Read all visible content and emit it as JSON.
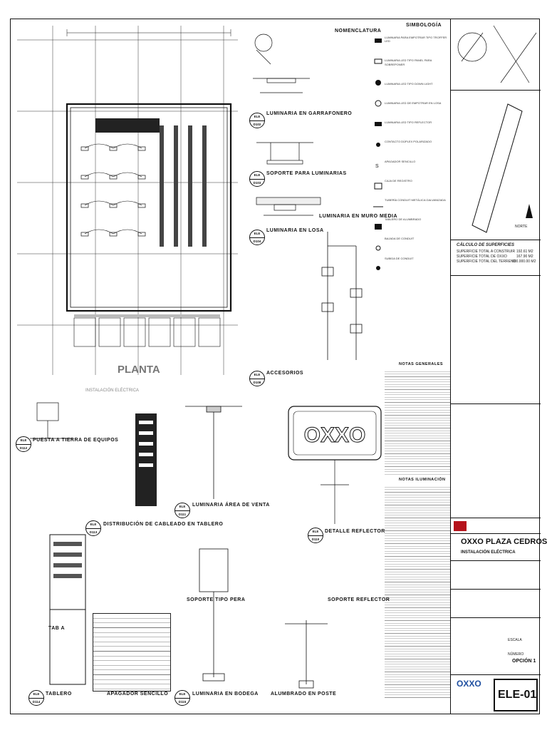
{
  "plan": {
    "title": "PLANTA",
    "subtitle": "INSTALACIÓN ELÉCTRICA"
  },
  "symbology": {
    "title": "SIMBOLOGÍA",
    "nomenclature_title": "NOMENCLATURA",
    "items": [
      "LUMINARIA PARA EMPOTRAR TIPO TROFFER LED",
      "LUMINARIA LED TIPO PANEL PARA SOBREPONER",
      "LUMINARIA LED TIPO DOWN LIGHT",
      "LUMINARIA LED DE EMPOTRAR EN LOSA",
      "LUMINARIA LED TIPO REFLECTOR",
      "CONTACTO DÚPLEX POLARIZADO",
      "APAGADOR SENCILLO",
      "CAJA DE REGISTRO",
      "TUBERÍA CONDUIT METÁLICA GALVANIZADA",
      "TABLERO DE ALUMBRADO",
      "BAJADA DE CONDUIT",
      "SUBIDA DE CONDUIT"
    ]
  },
  "details": {
    "garage": "LUMINARIA EN GARRAFONERO",
    "support": "SOPORTE PARA LUMINARIAS",
    "slab": "LUMINARIA EN LOSA",
    "wall": "LUMINARIA EN MURO MEDIA",
    "access": "ACCESORIOS",
    "grounding": "PUESTA A TIERRA DE EQUIPOS",
    "cabling": "DISTRIBUCIÓN DE CABLEADO EN TABLERO",
    "sales": "LUMINARIA ÁREA DE VENTA",
    "reflector": "DETALLE REFLECTOR",
    "pier": "SOPORTE TIPO PERA",
    "reflector_support": "SOPORTE REFLECTOR",
    "board": "TABLERO",
    "switch": "APAGADOR SENCILLO",
    "warehouse": "LUMINARIA EN BODEGA",
    "post": "ALUMBRADO EN POSTE",
    "table_title": "TAB A"
  },
  "refs": [
    {
      "id": "ref-1",
      "top": "ELE",
      "bottom": "D102"
    },
    {
      "id": "ref-2",
      "top": "ELE",
      "bottom": "D103"
    },
    {
      "id": "ref-3",
      "top": "ELE",
      "bottom": "D104"
    },
    {
      "id": "ref-4",
      "top": "ELE",
      "bottom": "D108"
    },
    {
      "id": "ref-5",
      "top": "ELE",
      "bottom": "D112"
    },
    {
      "id": "ref-6",
      "top": "ELE",
      "bottom": "D113"
    },
    {
      "id": "ref-7",
      "top": "ELE",
      "bottom": "D111"
    },
    {
      "id": "ref-8",
      "top": "ELE",
      "bottom": "D110"
    },
    {
      "id": "ref-9",
      "top": "ELE",
      "bottom": "D114"
    },
    {
      "id": "ref-10",
      "top": "ELE",
      "bottom": "D115"
    }
  ],
  "notes": {
    "general_title": "NOTAS GENERALES",
    "illumination_title": "NOTAS ILUMINACIÓN"
  },
  "areas": {
    "title": "CÁLCULO DE SUPERFICIES",
    "rows": [
      {
        "label": "SUPERFICIE TOTAL A CONSTRUIR",
        "value": "192.61 M2"
      },
      {
        "label": "SUPERFICIE TOTAL DE OXXO",
        "value": "167.90 M2"
      },
      {
        "label": "SUPERFICIE TOTAL DEL TERRENO",
        "value": "900.000.00 M2"
      }
    ]
  },
  "title_block": {
    "logo": "OXXO",
    "project": "OXXO PLAZA CEDROS",
    "sheet_title": "INSTALACIÓN ELÉCTRICA",
    "scale_label": "ESCALA",
    "sheet_label": "NÚMERO",
    "sheet_code": "ELE-01",
    "version": "OPCIÓN 1",
    "north": "NORTE"
  },
  "colors": {
    "line": "#111111",
    "hatch": "#555555",
    "accent_red": "#b5121b",
    "accent_blue": "#1f4fa0"
  }
}
